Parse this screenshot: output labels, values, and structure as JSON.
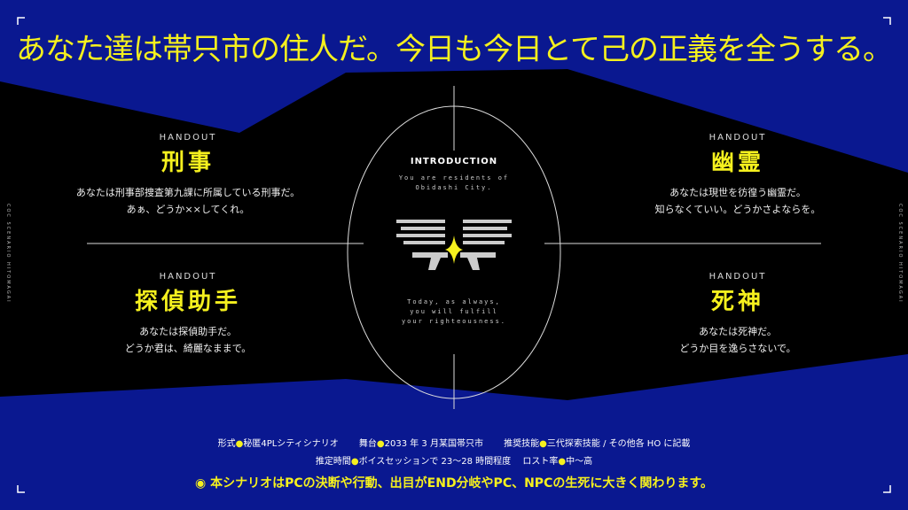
{
  "colors": {
    "accent": "#f5f01e",
    "blue": "#0a1890",
    "background": "#000000"
  },
  "title": "あなた達は帯只市の住人だ。今日も今日とて己の正義を全うする。",
  "side_text_left": "COC SCENARIO HITOMAGAI",
  "side_text_right": "COC SCENARIO HITOMAGAI",
  "handouts": [
    {
      "label": "HANDOUT",
      "name": "刑事",
      "desc1": "あなたは刑事部捜査第九課に所属している刑事だ。",
      "desc2": "あぁ、どうか××してくれ。"
    },
    {
      "label": "HANDOUT",
      "name": "幽霊",
      "desc1": "あなたは現世を彷徨う幽霊だ。",
      "desc2": "知らなくていい。どうかさよならを。"
    },
    {
      "label": "HANDOUT",
      "name": "探偵助手",
      "desc1": "あなたは探偵助手だ。",
      "desc2": "どうか君は、綺麗なままで。"
    },
    {
      "label": "HANDOUT",
      "name": "死神",
      "desc1": "あなたは死神だ。",
      "desc2": "どうか目を逸らさないで。"
    }
  ],
  "intro": {
    "heading": "INTRODUCTION",
    "line1": "You are residents of",
    "line2": "Obidashi City.",
    "line3": "Today, as always,",
    "line4": "you will fulfill",
    "line5": "your righteousness.",
    "emblem_icon": "wings-revolvers-star-emblem"
  },
  "info": {
    "format_label": "形式",
    "format": "秘匿4PLシティシナリオ",
    "stage_label": "舞台",
    "stage": "2033 年 3 月某国帯只市",
    "skills_label": "推奨技能",
    "skills": "三代探索技能 / その他各 HO に記載",
    "time_label": "推定時間",
    "time": "ボイスセッションで 23～28 時間程度",
    "lost_label": "ロスト率",
    "lost": "中～高",
    "separator": "●"
  },
  "note": {
    "marker": "◉",
    "text": "本シナリオはPCの決断や行動、出目がEND分岐やPC、NPCの生死に大きく関わります。"
  }
}
